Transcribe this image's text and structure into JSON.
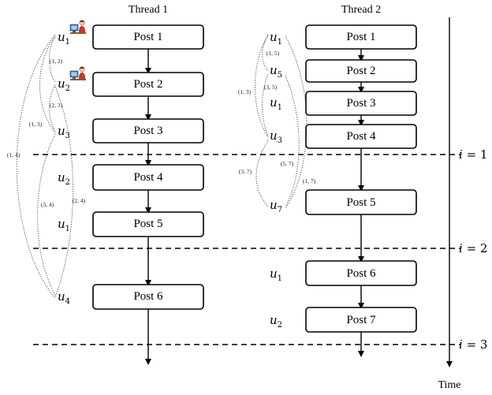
{
  "threads": [
    {
      "title": "Thread 1",
      "posts": [
        "Post 1",
        "Post 2",
        "Post 3",
        "Post 4",
        "Post 5",
        "Post 6"
      ],
      "users": [
        "1",
        "2",
        "3",
        "2",
        "1",
        "4"
      ],
      "user_letter": "u",
      "pairs": [
        "(1, 2)",
        "(2, 3)",
        "(1, 3)",
        "(1, 4)",
        "(2, 4)",
        "(3, 4)"
      ]
    },
    {
      "title": "Thread 2",
      "posts": [
        "Post 1",
        "Post 2",
        "Post 3",
        "Post 4",
        "Post 5",
        "Post 6",
        "Post 7"
      ],
      "users": [
        "1",
        "5",
        "1",
        "3",
        "7",
        "1",
        "2"
      ],
      "user_letter": "u",
      "pairs": [
        "(1, 5)",
        "(3, 5)",
        "(1, 3)",
        "(5, 7)",
        "(3, 7)",
        "(1, 7)"
      ]
    }
  ],
  "intervals": [
    {
      "var": "i",
      "eq": " = ",
      "num": "1"
    },
    {
      "var": "i",
      "eq": " = ",
      "num": "2"
    },
    {
      "var": "i",
      "eq": " = ",
      "num": "3"
    }
  ],
  "time_label": "Time",
  "icons": [
    "person-at-computer-icon",
    "person-at-computer-icon"
  ]
}
